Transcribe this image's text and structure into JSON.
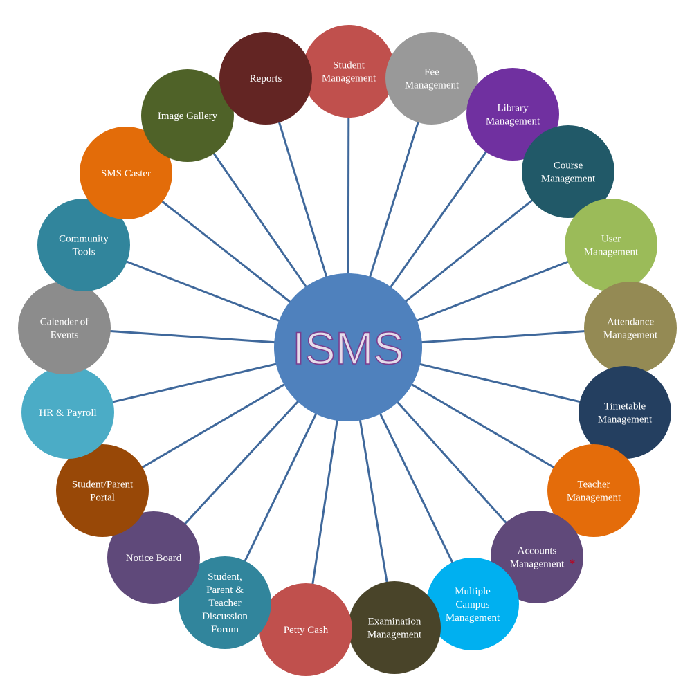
{
  "center": {
    "label": "ISMS",
    "color": "#4f81bd"
  },
  "line_color": "#3f689b",
  "modules": [
    {
      "label": [
        "Student",
        "Management"
      ],
      "color": "#c0504d"
    },
    {
      "label": [
        "Fee",
        "Management"
      ],
      "color": "#999999"
    },
    {
      "label": [
        "Library",
        "Management"
      ],
      "color": "#7030a0"
    },
    {
      "label": [
        "Course",
        "Management"
      ],
      "color": "#215968"
    },
    {
      "label": [
        "User",
        "Management"
      ],
      "color": "#9bbb59"
    },
    {
      "label": [
        "Attendance",
        "Management"
      ],
      "color": "#948a54"
    },
    {
      "label": [
        "Timetable",
        "Management"
      ],
      "color": "#243f60"
    },
    {
      "label": [
        "Teacher",
        "Management"
      ],
      "color": "#e46c0a"
    },
    {
      "label": [
        "Accounts",
        "Management"
      ],
      "color": "#60497a",
      "marker": "*",
      "marker_color": "#c0001a"
    },
    {
      "label": [
        "Multiple",
        "Campus",
        "Management"
      ],
      "color": "#00b0f0"
    },
    {
      "label": [
        "Examination",
        "Management"
      ],
      "color": "#494429"
    },
    {
      "label": [
        "Petty Cash"
      ],
      "color": "#c0504d"
    },
    {
      "label": [
        "Student,",
        "Parent &",
        "Teacher",
        "Discussion",
        "Forum"
      ],
      "color": "#31859c"
    },
    {
      "label": [
        "Notice Board"
      ],
      "color": "#5f497a"
    },
    {
      "label": [
        "Student/Parent",
        "Portal"
      ],
      "color": "#984807"
    },
    {
      "label": [
        "HR & Payroll"
      ],
      "color": "#4bacc6"
    },
    {
      "label": [
        "Calender of",
        "Events"
      ],
      "color": "#8c8c8c"
    },
    {
      "label": [
        "Community",
        "Tools"
      ],
      "color": "#31859c"
    },
    {
      "label": [
        "SMS Caster"
      ],
      "color": "#e36c09"
    },
    {
      "label": [
        "Image Gallery"
      ],
      "color": "#4f6228"
    },
    {
      "label": [
        "Reports"
      ],
      "color": "#632523"
    }
  ]
}
